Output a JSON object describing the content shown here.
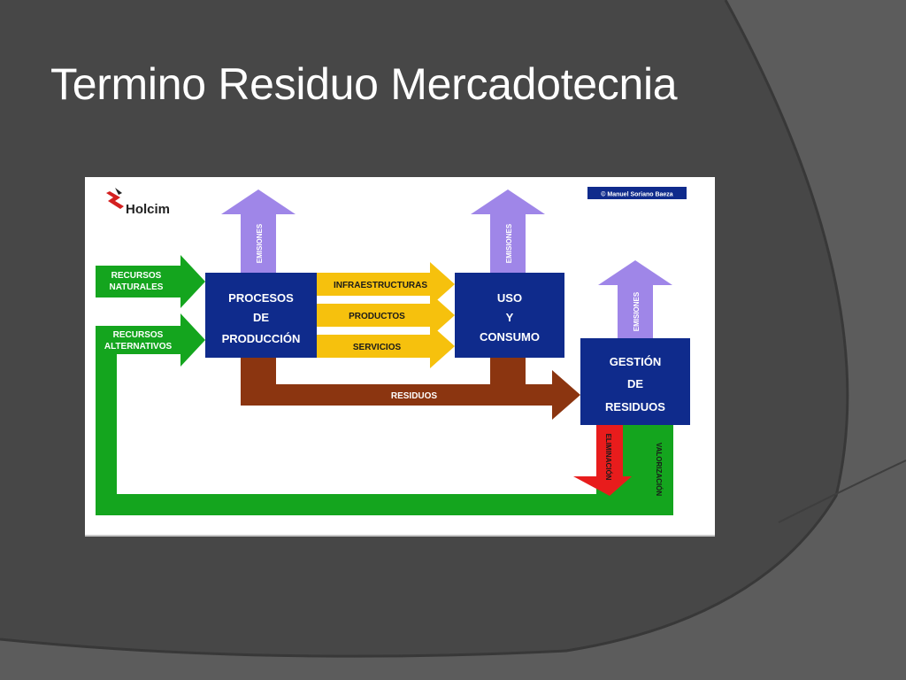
{
  "slide": {
    "title": "Termino Residuo Mercadotecnia"
  },
  "diagram": {
    "logo_text": "Holcim",
    "credit": "© Manuel Soriano Baeza",
    "inputs": {
      "recursos_naturales": [
        "RECURSOS",
        "NATURALES"
      ],
      "recursos_alternativos": [
        "RECURSOS",
        "ALTERNATIVOS"
      ]
    },
    "boxes": {
      "procesos": [
        "PROCESOS",
        "DE",
        "PRODUCCIÓN"
      ],
      "uso": [
        "USO",
        "Y",
        "CONSUMO"
      ],
      "gestion": [
        "GESTIÓN",
        "DE",
        "RESIDUOS"
      ]
    },
    "flows": [
      "INFRAESTRUCTURAS",
      "PRODUCTOS",
      "SERVICIOS"
    ],
    "emisiones_label": "EMISIONES",
    "residuos_label": "RESIDUOS",
    "eliminacion_label": "ELIMINACIÓN",
    "valorizacion_label": "VALORIZACIÓN",
    "colors": {
      "slide_bg": "#474747",
      "blue_box": "#0f2b8c",
      "green": "#14a51e",
      "purple": "#9f86e8",
      "yellow": "#f6c10d",
      "brown": "#8b3510",
      "red": "#e81c1c"
    }
  }
}
